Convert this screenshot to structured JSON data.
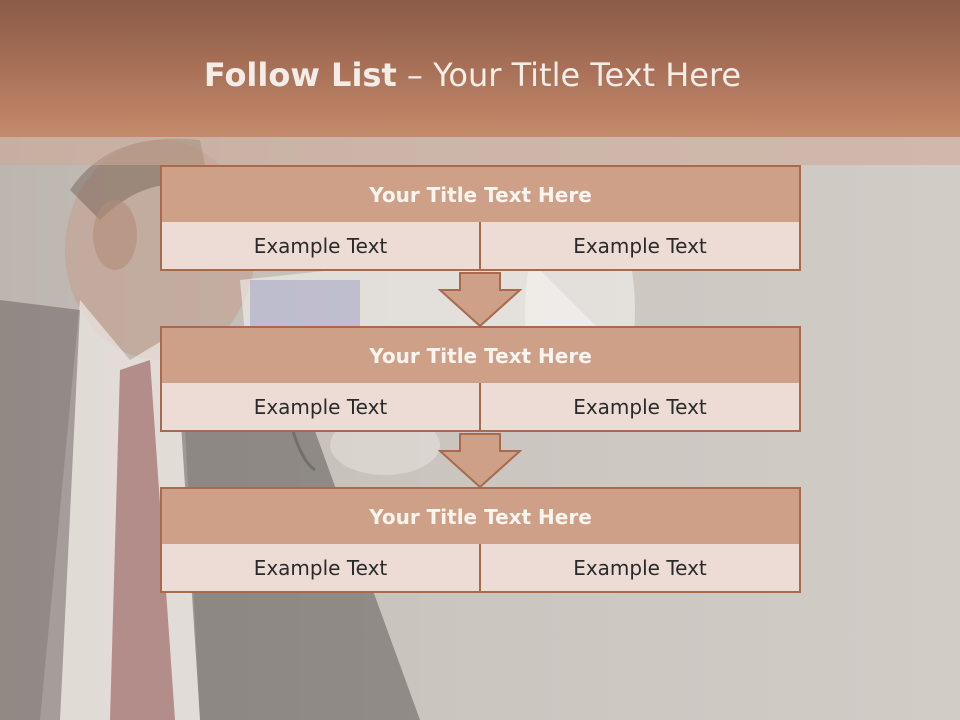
{
  "title": {
    "bold": "Follow List",
    "rest": "– Your Title Text Here"
  },
  "blocks": [
    {
      "title": "Your Title Text Here",
      "left": "Example Text",
      "right": "Example Text"
    },
    {
      "title": "Your Title Text Here",
      "left": "Example Text",
      "right": "Example Text"
    },
    {
      "title": "Your Title Text Here",
      "left": "Example Text",
      "right": "Example Text"
    }
  ],
  "colors": {
    "header": "#a56e55",
    "block_title_fill": "#cfa088",
    "cell_fill": "#ecdcd5",
    "border": "#a8694c"
  }
}
